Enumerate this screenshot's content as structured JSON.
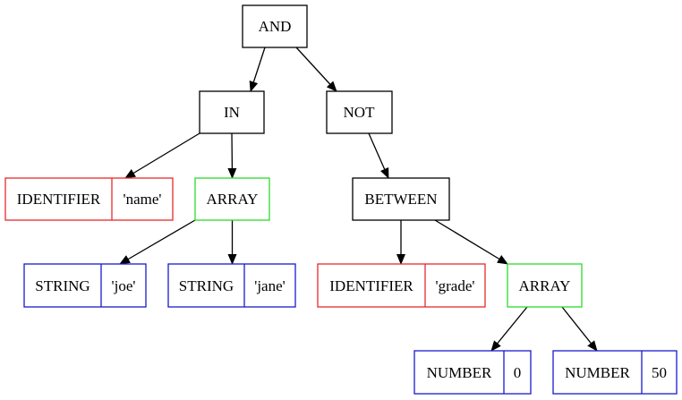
{
  "colors": {
    "operator": "#000000",
    "identifier": "#e8282b",
    "array": "#2bdb2b",
    "literal": "#1a1acc",
    "edge": "#000000"
  },
  "nodes": {
    "and": {
      "label": "AND"
    },
    "in": {
      "label": "IN"
    },
    "not": {
      "label": "NOT"
    },
    "ident_name": {
      "type": "IDENTIFIER",
      "value": "'name'"
    },
    "array1": {
      "label": "ARRAY"
    },
    "between": {
      "label": "BETWEEN"
    },
    "str_joe": {
      "type": "STRING",
      "value": "'joe'"
    },
    "str_jane": {
      "type": "STRING",
      "value": "'jane'"
    },
    "ident_grade": {
      "type": "IDENTIFIER",
      "value": "'grade'"
    },
    "array2": {
      "label": "ARRAY"
    },
    "num_0": {
      "type": "NUMBER",
      "value": "0"
    },
    "num_50": {
      "type": "NUMBER",
      "value": "50"
    }
  },
  "edges": [
    {
      "from": "and",
      "to": "in"
    },
    {
      "from": "and",
      "to": "not"
    },
    {
      "from": "in",
      "to": "ident_name"
    },
    {
      "from": "in",
      "to": "array1"
    },
    {
      "from": "array1",
      "to": "str_joe"
    },
    {
      "from": "array1",
      "to": "str_jane"
    },
    {
      "from": "not",
      "to": "between"
    },
    {
      "from": "between",
      "to": "ident_grade"
    },
    {
      "from": "between",
      "to": "array2"
    },
    {
      "from": "array2",
      "to": "num_0"
    },
    {
      "from": "array2",
      "to": "num_50"
    }
  ]
}
